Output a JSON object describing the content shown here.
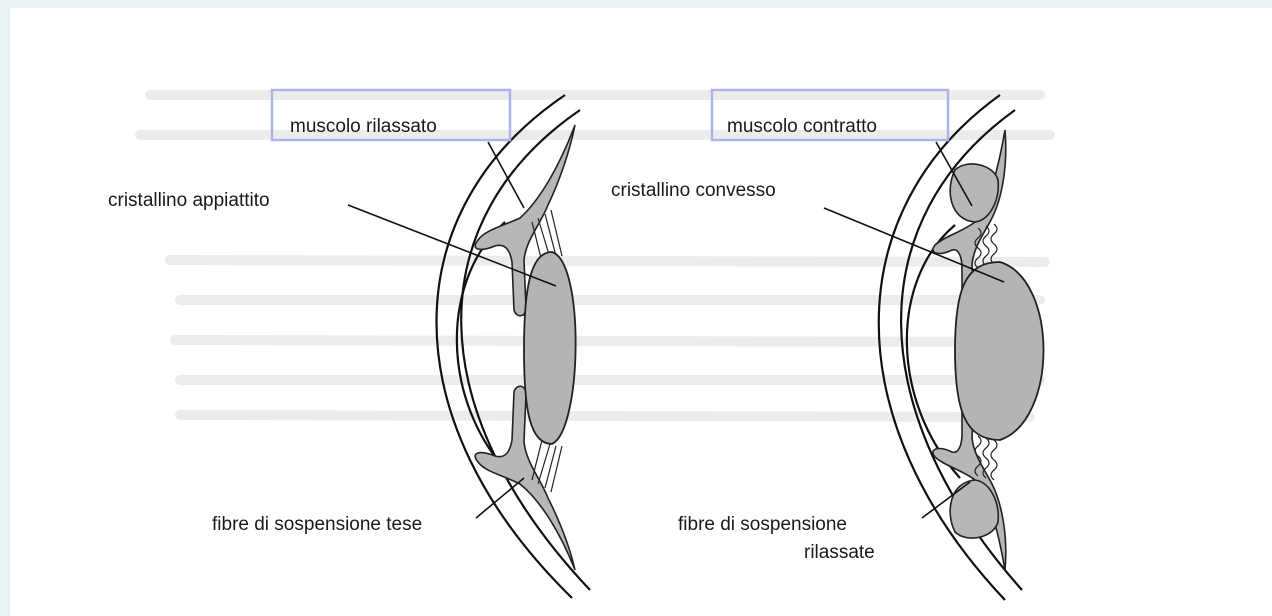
{
  "diagram": {
    "relaxed_eye": {
      "muscle_label": "muscolo rilassato",
      "lens_label": "cristallino appiattito",
      "fibers_label": "fibre di sospensione tese"
    },
    "contracted_eye": {
      "muscle_label": "muscolo contratto",
      "lens_label": "cristallino convesso",
      "fibers_label_line1": "fibre di sospensione",
      "fibers_label_line2": "rilassate"
    }
  },
  "colors": {
    "page_background": "#e9f3f6",
    "highlight_box": "#aeb4ea",
    "tissue_fill": "#b7b7b7"
  }
}
